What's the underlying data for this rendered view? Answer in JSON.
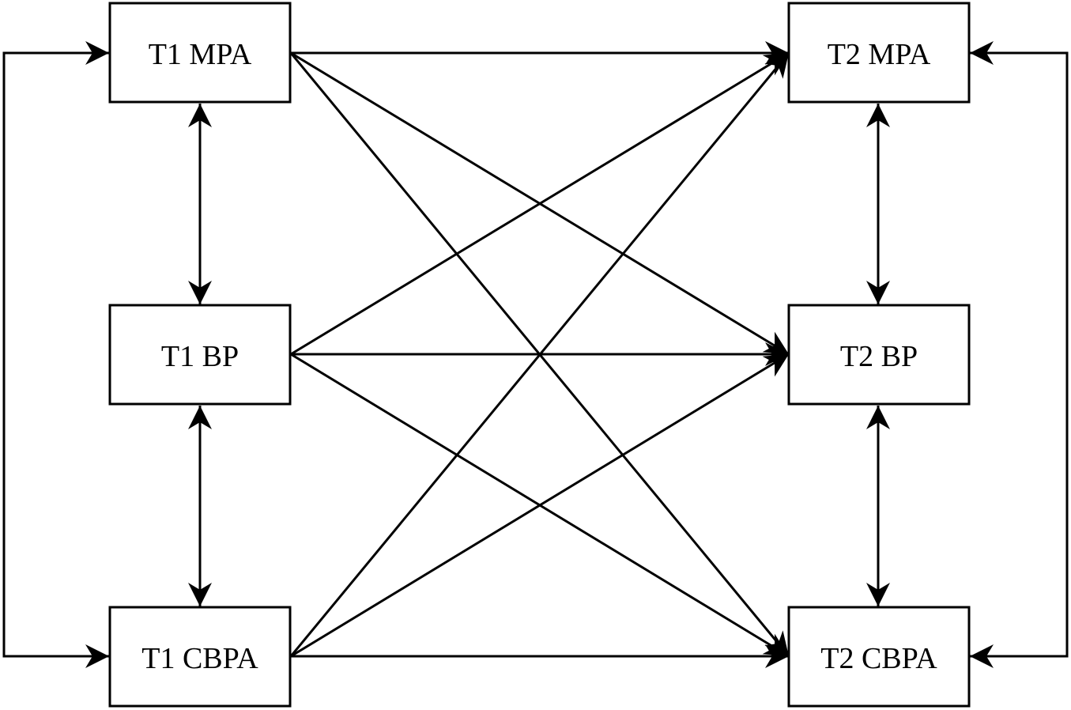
{
  "nodes": {
    "t1_mpa": "T1 MPA",
    "t1_bp": "T1 BP",
    "t1_cbpa": "T1 CBPA",
    "t2_mpa": "T2 MPA",
    "t2_bp": "T2 BP",
    "t2_cbpa": "T2 CBPA"
  },
  "edges": [
    {
      "from": "t1_mpa",
      "to": "t2_mpa",
      "type": "directed"
    },
    {
      "from": "t1_mpa",
      "to": "t2_bp",
      "type": "directed"
    },
    {
      "from": "t1_mpa",
      "to": "t2_cbpa",
      "type": "directed"
    },
    {
      "from": "t1_bp",
      "to": "t2_mpa",
      "type": "directed"
    },
    {
      "from": "t1_bp",
      "to": "t2_bp",
      "type": "directed"
    },
    {
      "from": "t1_bp",
      "to": "t2_cbpa",
      "type": "directed"
    },
    {
      "from": "t1_cbpa",
      "to": "t2_mpa",
      "type": "directed"
    },
    {
      "from": "t1_cbpa",
      "to": "t2_bp",
      "type": "directed"
    },
    {
      "from": "t1_cbpa",
      "to": "t2_cbpa",
      "type": "directed"
    },
    {
      "from": "t1_mpa",
      "to": "t1_bp",
      "type": "covariance"
    },
    {
      "from": "t1_bp",
      "to": "t1_cbpa",
      "type": "covariance"
    },
    {
      "from": "t1_mpa",
      "to": "t1_cbpa",
      "type": "covariance"
    },
    {
      "from": "t2_mpa",
      "to": "t2_bp",
      "type": "covariance"
    },
    {
      "from": "t2_bp",
      "to": "t2_cbpa",
      "type": "covariance"
    },
    {
      "from": "t2_mpa",
      "to": "t2_cbpa",
      "type": "covariance"
    }
  ],
  "colors": {
    "stroke": "#000000",
    "background": "#ffffff"
  }
}
